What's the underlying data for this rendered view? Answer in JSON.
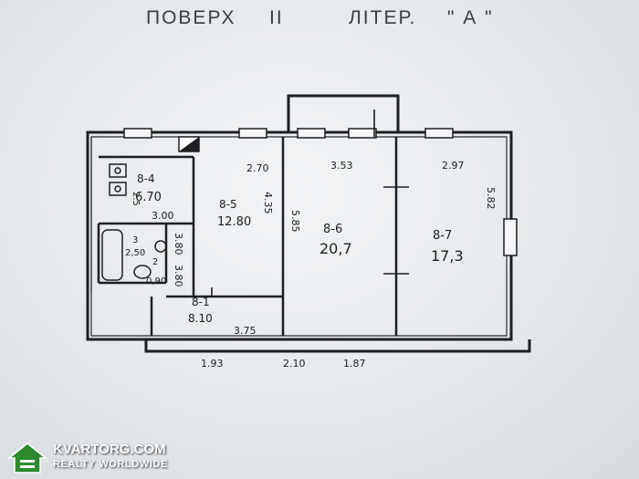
{
  "header": {
    "floor_word": "ПОВЕРХ",
    "floor_number": "II",
    "letter_word": "ЛІТЕР.",
    "letter_value": "\" А \""
  },
  "rooms": [
    {
      "id": "8-4",
      "area": "6.70"
    },
    {
      "id": "8-5",
      "area": "12.80"
    },
    {
      "id": "8-6",
      "area": "20,7"
    },
    {
      "id": "8-7",
      "area": "17,3"
    },
    {
      "id": "8-1",
      "area": "8.10"
    }
  ],
  "small_areas": [
    "2,50",
    "0,90"
  ],
  "small_numbers": [
    "3",
    "2"
  ],
  "dimensions": [
    "2.70",
    "3.53",
    "2.97",
    "5.82",
    "4.35",
    "5.85",
    "2.5",
    "3.00",
    "3.80",
    "3.80",
    "3.75"
  ],
  "bottom_dims": [
    "1.93",
    "2.10",
    "1.87"
  ],
  "watermark": {
    "brand": "KVARTORG.COM",
    "tagline": "REALTY WORLDWIDE",
    "brand_color": "#2e8b2e"
  }
}
